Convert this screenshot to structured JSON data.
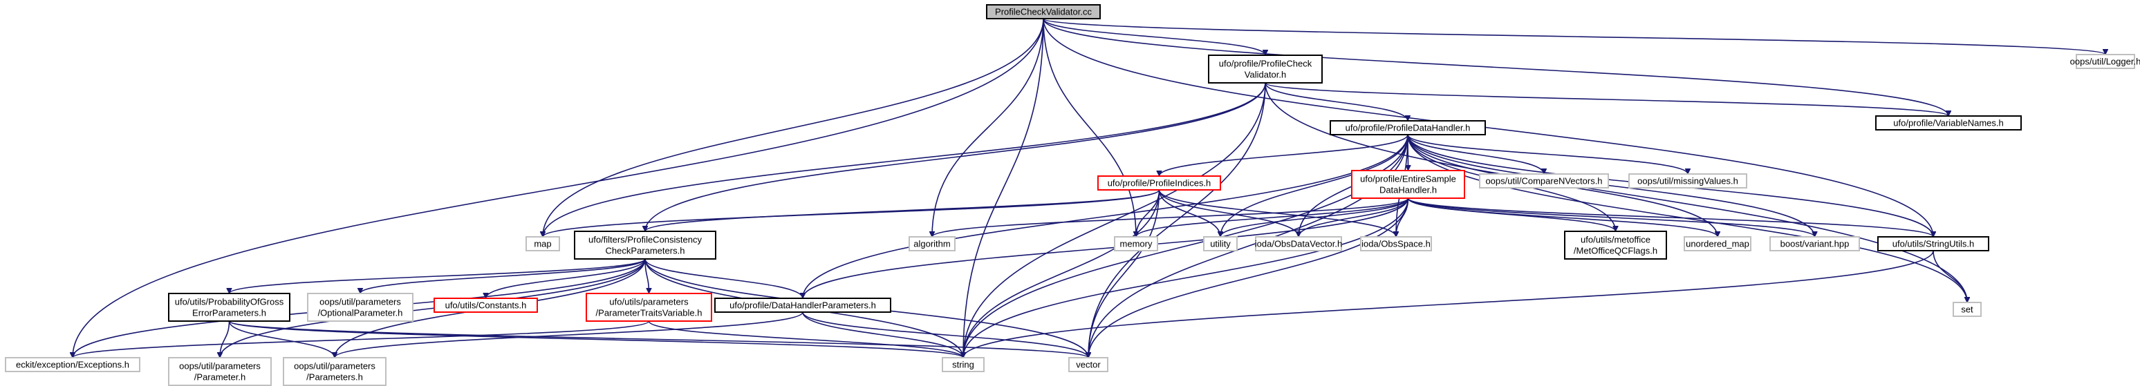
{
  "diagram": {
    "colors": {
      "edge": "#191970",
      "root_fill": "#bfbfbf",
      "node_black": "#000000",
      "node_gray": "#bfbfbf",
      "node_red": "#ff0000"
    },
    "nodes": [
      {
        "id": "root",
        "lines": [
          "ProfileCheckValidator.cc"
        ],
        "style": "root"
      },
      {
        "id": "logger",
        "lines": [
          "oops/util/Logger.h"
        ],
        "style": "gray"
      },
      {
        "id": "pcv_h",
        "lines": [
          "ufo/profile/ProfileCheck",
          "Validator.h"
        ],
        "style": "black"
      },
      {
        "id": "varnames",
        "lines": [
          "ufo/profile/VariableNames.h"
        ],
        "style": "black"
      },
      {
        "id": "pdh",
        "lines": [
          "ufo/profile/ProfileDataHandler.h"
        ],
        "style": "black"
      },
      {
        "id": "profind",
        "lines": [
          "ufo/profile/ProfileIndices.h"
        ],
        "style": "red"
      },
      {
        "id": "entire",
        "lines": [
          "ufo/profile/EntireSample",
          "DataHandler.h"
        ],
        "style": "red"
      },
      {
        "id": "comparen",
        "lines": [
          "oops/util/CompareNVectors.h"
        ],
        "style": "gray"
      },
      {
        "id": "missing",
        "lines": [
          "oops/util/missingValues.h"
        ],
        "style": "gray"
      },
      {
        "id": "map",
        "lines": [
          "map"
        ],
        "style": "gray"
      },
      {
        "id": "pcp",
        "lines": [
          "ufo/filters/ProfileConsistency",
          "CheckParameters.h"
        ],
        "style": "black"
      },
      {
        "id": "algorithm",
        "lines": [
          "algorithm"
        ],
        "style": "gray"
      },
      {
        "id": "memory",
        "lines": [
          "memory"
        ],
        "style": "gray"
      },
      {
        "id": "utility",
        "lines": [
          "utility"
        ],
        "style": "gray"
      },
      {
        "id": "obsdatavec",
        "lines": [
          "ioda/ObsDataVector.h"
        ],
        "style": "gray"
      },
      {
        "id": "obsspace",
        "lines": [
          "ioda/ObsSpace.h"
        ],
        "style": "gray"
      },
      {
        "id": "metoffice",
        "lines": [
          "ufo/utils/metoffice",
          "/MetOfficeQCFlags.h"
        ],
        "style": "black"
      },
      {
        "id": "unordered",
        "lines": [
          "unordered_map"
        ],
        "style": "gray"
      },
      {
        "id": "variant",
        "lines": [
          "boost/variant.hpp"
        ],
        "style": "gray"
      },
      {
        "id": "strutils",
        "lines": [
          "ufo/utils/StringUtils.h"
        ],
        "style": "black"
      },
      {
        "id": "set",
        "lines": [
          "set"
        ],
        "style": "gray"
      },
      {
        "id": "probgross",
        "lines": [
          "ufo/utils/ProbabilityOfGross",
          "ErrorParameters.h"
        ],
        "style": "black"
      },
      {
        "id": "optparam",
        "lines": [
          "oops/util/parameters",
          "/OptionalParameter.h"
        ],
        "style": "gray"
      },
      {
        "id": "constants",
        "lines": [
          "ufo/utils/Constants.h"
        ],
        "style": "red"
      },
      {
        "id": "ptv",
        "lines": [
          "ufo/utils/parameters",
          "/ParameterTraitsVariable.h"
        ],
        "style": "red"
      },
      {
        "id": "dhp",
        "lines": [
          "ufo/profile/DataHandlerParameters.h"
        ],
        "style": "black"
      },
      {
        "id": "eckit",
        "lines": [
          "eckit/exception/Exceptions.h"
        ],
        "style": "gray"
      },
      {
        "id": "param",
        "lines": [
          "oops/util/parameters",
          "/Parameter.h"
        ],
        "style": "gray"
      },
      {
        "id": "params",
        "lines": [
          "oops/util/parameters",
          "/Parameters.h"
        ],
        "style": "gray"
      },
      {
        "id": "string",
        "lines": [
          "string"
        ],
        "style": "gray"
      },
      {
        "id": "vector",
        "lines": [
          "vector"
        ],
        "style": "gray"
      }
    ],
    "edges": [
      [
        "root",
        "logger"
      ],
      [
        "root",
        "pcv_h"
      ],
      [
        "root",
        "varnames"
      ],
      [
        "root",
        "strutils"
      ],
      [
        "root",
        "map"
      ],
      [
        "root",
        "algorithm"
      ],
      [
        "root",
        "memory"
      ],
      [
        "root",
        "string"
      ],
      [
        "root",
        "eckit"
      ],
      [
        "pcv_h",
        "varnames"
      ],
      [
        "pcv_h",
        "pdh"
      ],
      [
        "pcv_h",
        "map"
      ],
      [
        "pcv_h",
        "pcp"
      ],
      [
        "pcv_h",
        "string"
      ],
      [
        "pcv_h",
        "vector"
      ],
      [
        "pcv_h",
        "set"
      ],
      [
        "pdh",
        "profind"
      ],
      [
        "pdh",
        "entire"
      ],
      [
        "pdh",
        "comparen"
      ],
      [
        "pdh",
        "missing"
      ],
      [
        "pdh",
        "dhp"
      ],
      [
        "pdh",
        "metoffice"
      ],
      [
        "pdh",
        "obsspace"
      ],
      [
        "pdh",
        "obsdatavec"
      ],
      [
        "pdh",
        "utility"
      ],
      [
        "pdh",
        "unordered"
      ],
      [
        "pdh",
        "variant"
      ],
      [
        "pdh",
        "strutils"
      ],
      [
        "pdh",
        "string"
      ],
      [
        "pdh",
        "vector"
      ],
      [
        "pdh",
        "set"
      ],
      [
        "profind",
        "map"
      ],
      [
        "profind",
        "pcp"
      ],
      [
        "profind",
        "memory"
      ],
      [
        "profind",
        "utility"
      ],
      [
        "profind",
        "obsdatavec"
      ],
      [
        "profind",
        "obsspace"
      ],
      [
        "profind",
        "string"
      ],
      [
        "profind",
        "vector"
      ],
      [
        "entire",
        "algorithm"
      ],
      [
        "entire",
        "memory"
      ],
      [
        "entire",
        "utility"
      ],
      [
        "entire",
        "obsdatavec"
      ],
      [
        "entire",
        "obsspace"
      ],
      [
        "entire",
        "metoffice"
      ],
      [
        "entire",
        "unordered"
      ],
      [
        "entire",
        "variant"
      ],
      [
        "entire",
        "strutils"
      ],
      [
        "entire",
        "dhp"
      ],
      [
        "entire",
        "string"
      ],
      [
        "entire",
        "vector"
      ],
      [
        "pcp",
        "probgross"
      ],
      [
        "pcp",
        "optparam"
      ],
      [
        "pcp",
        "constants"
      ],
      [
        "pcp",
        "ptv"
      ],
      [
        "pcp",
        "dhp"
      ],
      [
        "pcp",
        "eckit"
      ],
      [
        "pcp",
        "param"
      ],
      [
        "pcp",
        "params"
      ],
      [
        "pcp",
        "string"
      ],
      [
        "pcp",
        "vector"
      ],
      [
        "probgross",
        "param"
      ],
      [
        "probgross",
        "params"
      ],
      [
        "probgross",
        "string"
      ],
      [
        "probgross",
        "vector"
      ],
      [
        "ptv",
        "eckit"
      ],
      [
        "ptv",
        "string"
      ],
      [
        "dhp",
        "params"
      ],
      [
        "dhp",
        "string"
      ],
      [
        "dhp",
        "vector"
      ],
      [
        "strutils",
        "set"
      ],
      [
        "strutils",
        "string"
      ]
    ]
  }
}
